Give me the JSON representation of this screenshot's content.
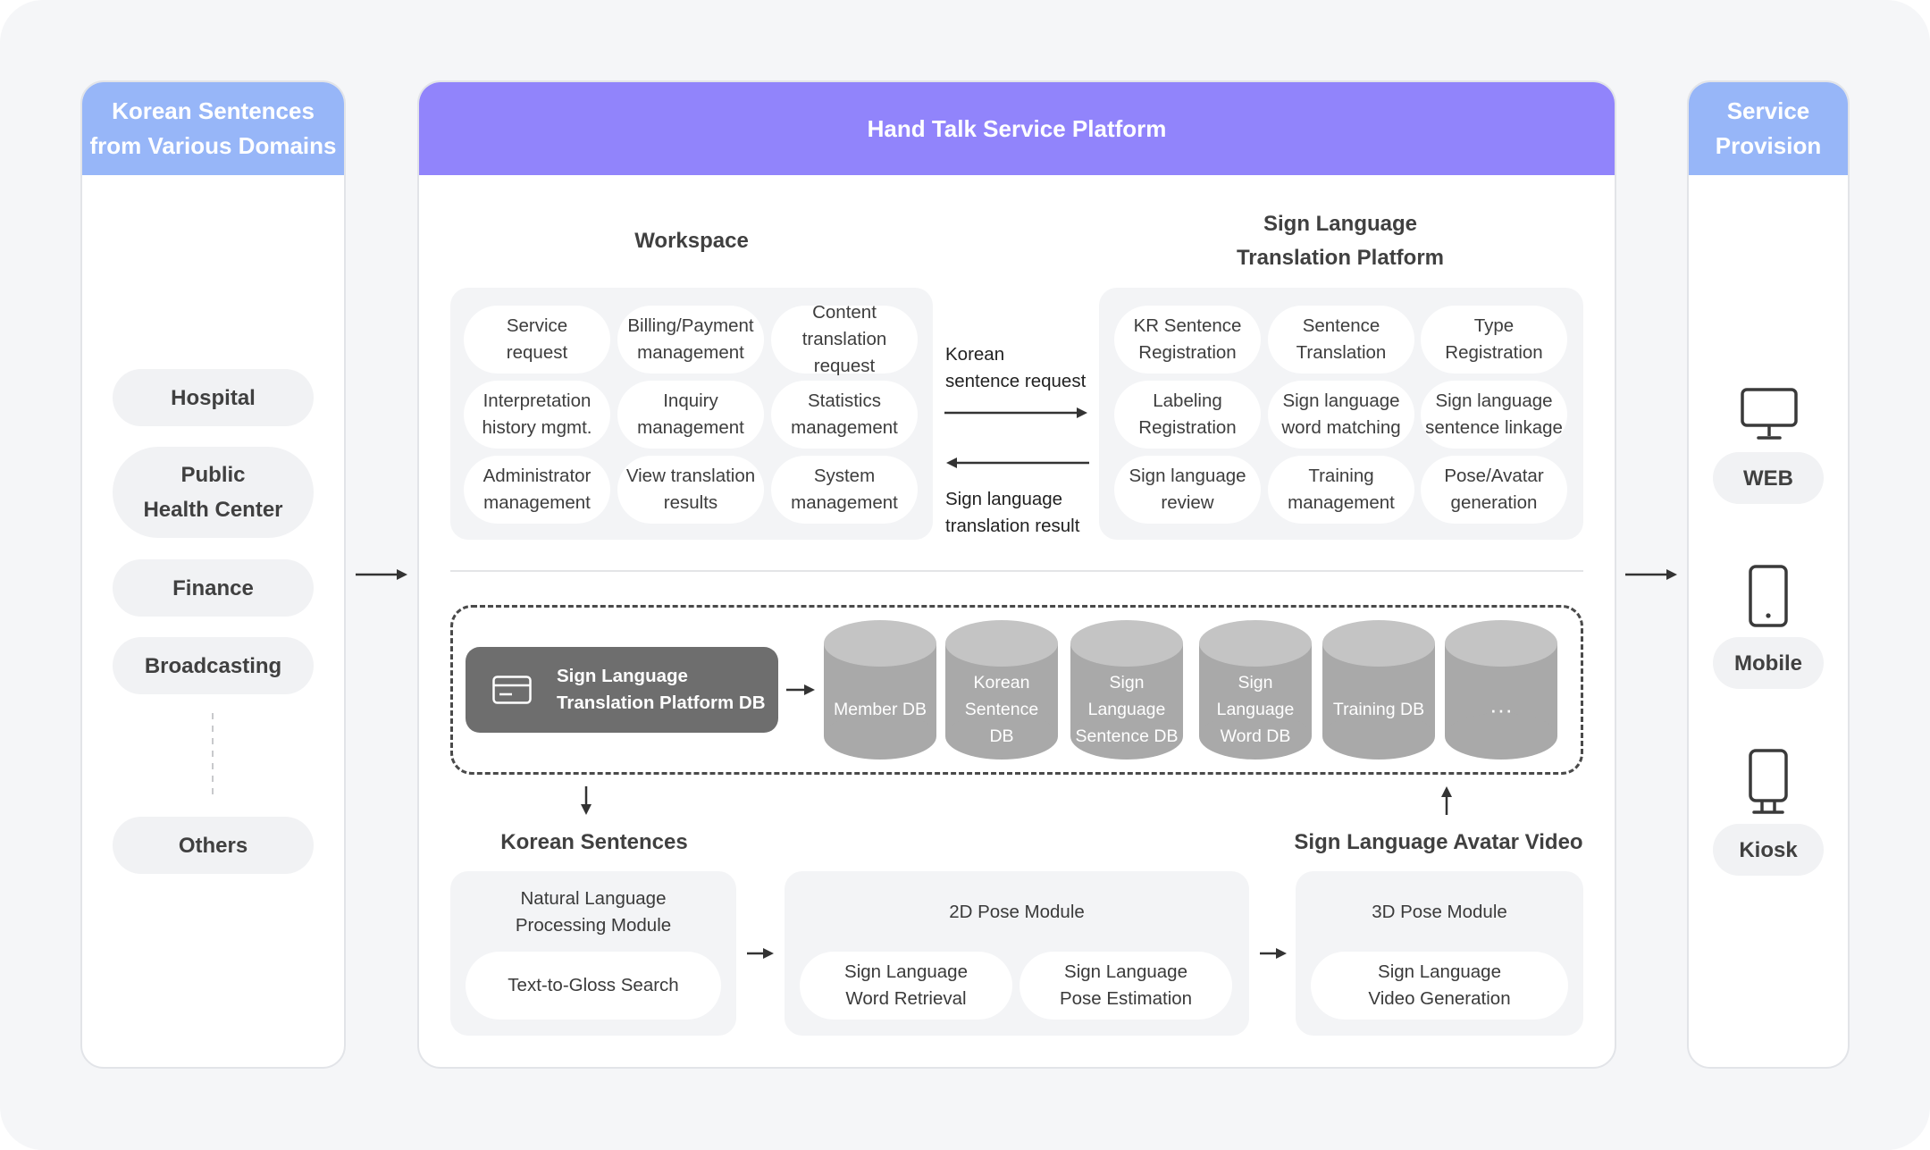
{
  "left_column": {
    "title": "Korean Sentences\nfrom Various Domains",
    "domains": [
      "Hospital",
      "Public\nHealth Center",
      "Finance",
      "Broadcasting",
      "Others"
    ]
  },
  "platform": {
    "title": "Hand Talk Service Platform",
    "workspace": {
      "heading": "Workspace",
      "items": [
        "Service\nrequest",
        "Billing/Payment\nmanagement",
        "Content\ntranslation request",
        "Interpretation\nhistory mgmt.",
        "Inquiry\nmanagement",
        "Statistics\nmanagement",
        "Administrator\nmanagement",
        "View translation\nresults",
        "System\nmanagement"
      ]
    },
    "flow": {
      "request_label": "Korean\nsentence request",
      "result_label": "Sign language\ntranslation result"
    },
    "translation_platform": {
      "heading": "Sign Language\nTranslation Platform",
      "items": [
        "KR Sentence\nRegistration",
        "Sentence\nTranslation",
        "Type\nRegistration",
        "Labeling\nRegistration",
        "Sign language\nword matching",
        "Sign language\nsentence linkage",
        "Sign language\nreview",
        "Training\nmanagement",
        "Pose/Avatar\ngeneration"
      ]
    },
    "database": {
      "main_label": "Sign Language\nTranslation Platform DB",
      "main_icon": "card-icon",
      "cylinders": [
        "Member DB",
        "Korean\nSentence\nDB",
        "Sign\nLanguage\nSentence DB",
        "Sign\nLanguage\nWord DB",
        "Training DB",
        "···"
      ]
    },
    "pipeline": {
      "input_heading": "Korean Sentences",
      "output_heading": "Sign Language Avatar Video",
      "modules": [
        {
          "title": "Natural Language\nProcessing Module",
          "items": [
            "Text-to-Gloss Search"
          ]
        },
        {
          "title": "2D Pose Module",
          "items": [
            "Sign Language\nWord Retrieval",
            "Sign Language\nPose Estimation"
          ]
        },
        {
          "title": "3D Pose Module",
          "items": [
            "Sign Language\nVideo Generation"
          ]
        }
      ]
    }
  },
  "right_column": {
    "title": "Service\nProvision",
    "channels": [
      {
        "icon": "monitor-icon",
        "label": "WEB"
      },
      {
        "icon": "mobile-phone-icon",
        "label": "Mobile"
      },
      {
        "icon": "kiosk-icon",
        "label": "Kiosk"
      }
    ]
  },
  "colors": {
    "column_header_blue": "#97b6f8",
    "platform_header_purple": "#9184fb",
    "db_dark": "#6e6e6e",
    "db_cylinder": "#a9a9a9"
  }
}
